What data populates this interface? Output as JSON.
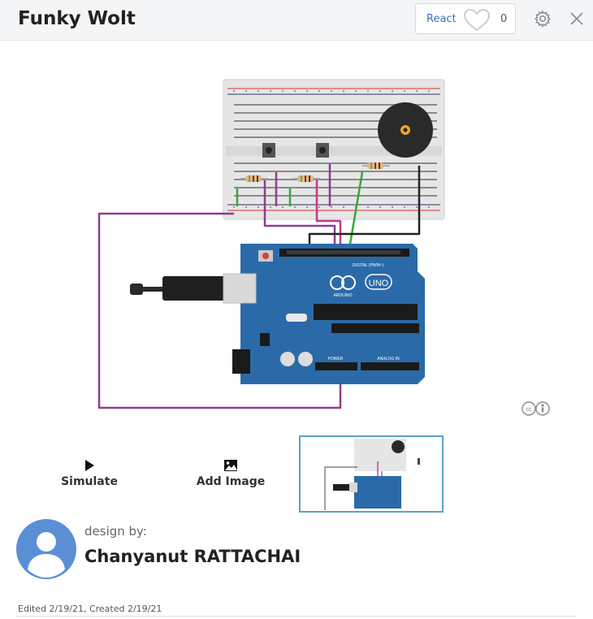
{
  "header": {
    "title": "Funky Wolt",
    "react_label": "React",
    "react_count": "0",
    "icons": [
      "heart-icon",
      "gear-icon",
      "close-icon"
    ]
  },
  "actions": {
    "simulate_label": "Simulate",
    "add_image_label": "Add Image"
  },
  "circuit": {
    "board_logo": "UNO",
    "board_brand": "ARDUINO",
    "labels": [
      "DIGITAL (PWM~)",
      "POWER",
      "ANALOG IN"
    ]
  },
  "author": {
    "design_by_label": "design by:",
    "name": "Chanyanut RATTACHAI"
  },
  "footer": {
    "edited_text": "Edited 2/19/21, Created 2/19/21"
  },
  "colors": {
    "accent": "#3d6fb6",
    "thumbnail_border": "#5ea2c9",
    "avatar": "#5a8fd6",
    "arduino": "#2b6aa8",
    "wire_purple": "#8e3d8e",
    "wire_green": "#3aa63a",
    "wire_black": "#222222"
  }
}
